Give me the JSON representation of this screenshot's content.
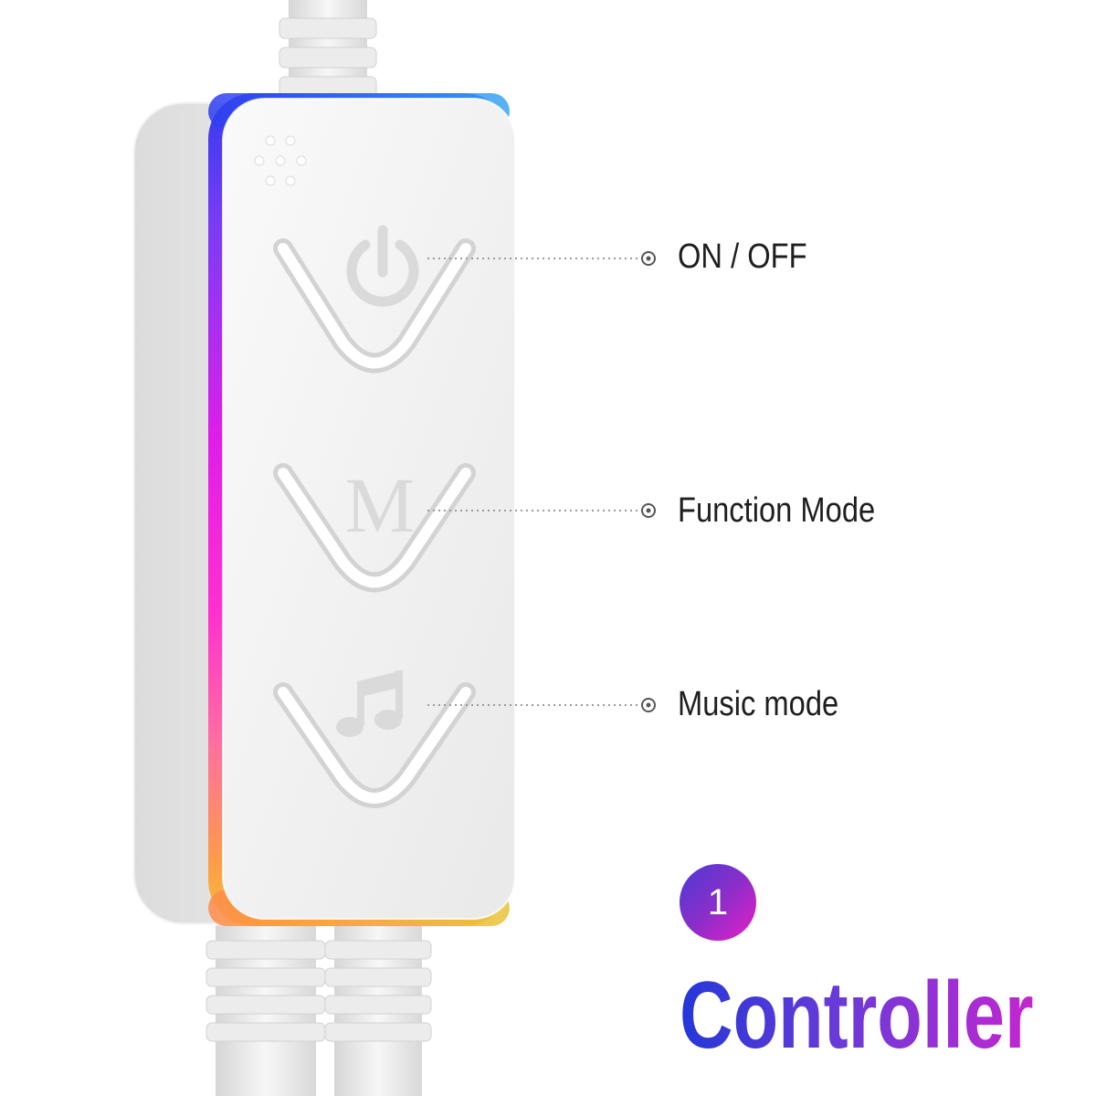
{
  "callouts": [
    {
      "label": "ON / OFF",
      "icon": "power-icon"
    },
    {
      "label": "Function Mode",
      "icon": "m-letter-icon",
      "glyph": "M"
    },
    {
      "label": "Music mode",
      "icon": "music-note-icon"
    }
  ],
  "badge": {
    "number": "1"
  },
  "title": "Controller",
  "colors": {
    "rgb_edge": [
      "#2f3df0",
      "#7b3cf5",
      "#e01ee8",
      "#ff2fd0",
      "#ff6fa0",
      "#ff9a4a",
      "#f5c23c"
    ],
    "title_gradient": [
      "#2437d8",
      "#c326d0"
    ],
    "label_text": "#1e1e1e",
    "device_body": "#f1f1f1"
  }
}
